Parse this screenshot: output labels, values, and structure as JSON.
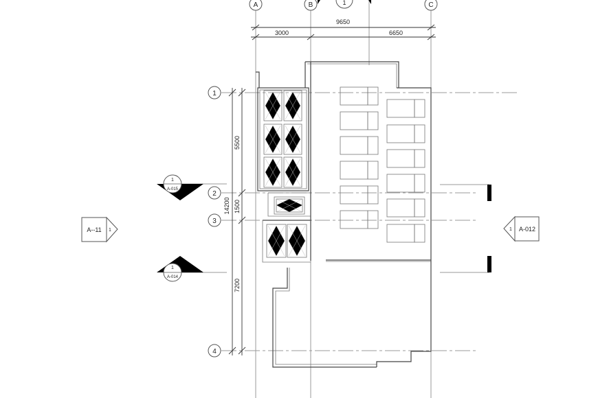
{
  "grid_columns": [
    {
      "label": "A"
    },
    {
      "label": "B"
    },
    {
      "label": "C"
    }
  ],
  "grid_rows": [
    {
      "label": "1"
    },
    {
      "label": "2"
    },
    {
      "label": "3"
    },
    {
      "label": "4"
    }
  ],
  "dimensions": {
    "top_total": "9650",
    "top_left": "3000",
    "top_right": "6650",
    "left_total": "14200",
    "left_seg_1": "5500",
    "left_seg_2": "1500",
    "left_seg_3": "7200"
  },
  "section_markers": {
    "top": {
      "number": "1"
    },
    "upper_left": {
      "number": "1",
      "sheet": "A-015"
    },
    "lower_left": {
      "number": "1",
      "sheet": "A-014"
    }
  },
  "elevation_tags": {
    "left": {
      "sheet": "A--11",
      "number": "1"
    },
    "right": {
      "sheet": "A-012",
      "number": "1"
    }
  },
  "colors": {
    "line": "#444444",
    "grid": "#9a9a9a",
    "fill_black": "#000000"
  }
}
